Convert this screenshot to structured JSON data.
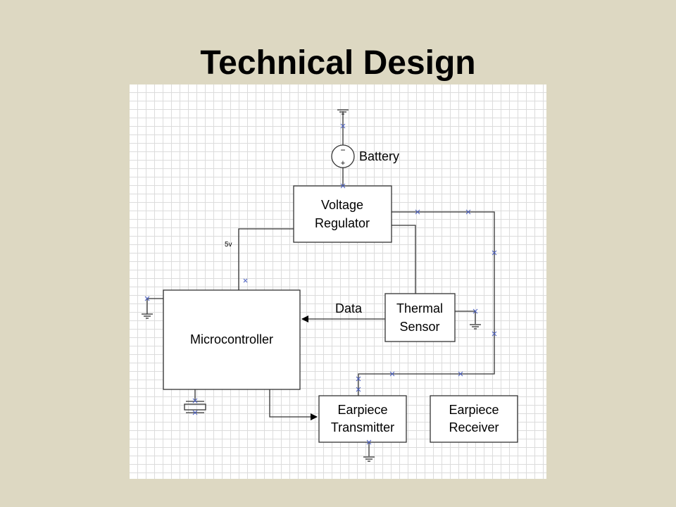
{
  "title": "Technical Design",
  "components": {
    "battery": "Battery",
    "voltage_regulator": [
      "Voltage",
      "Regulator"
    ],
    "microcontroller": "Microcontroller",
    "thermal_sensor": [
      "Thermal",
      "Sensor"
    ],
    "earpiece_transmitter": [
      "Earpiece",
      "Transmitter"
    ],
    "earpiece_receiver": [
      "Earpiece",
      "Receiver"
    ]
  },
  "wire_labels": {
    "supply": "5v",
    "data": "Data"
  },
  "battery_symbol": {
    "minus": "−",
    "plus": "+"
  },
  "colors": {
    "background": "#ddd8c2",
    "grid": "#dcdcdc",
    "wire": "#333333",
    "node_marker": "#4a5fc1"
  }
}
